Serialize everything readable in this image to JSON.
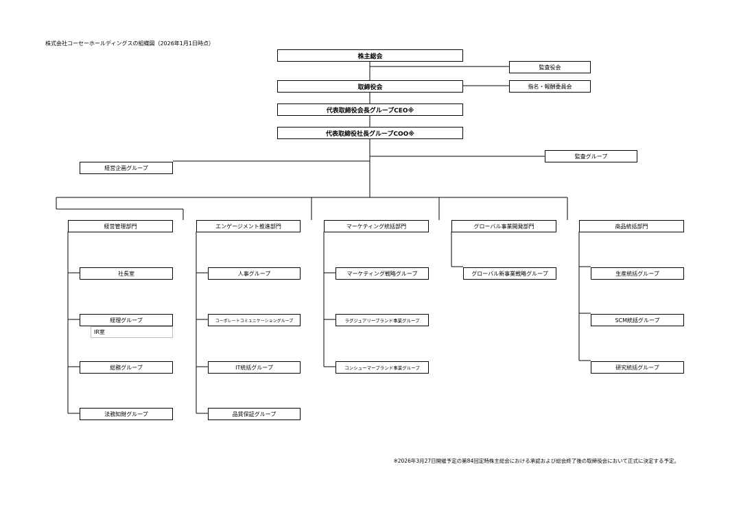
{
  "title": "株式会社コーセーホールディングスの組織図（2026年1月1日時点）",
  "footnote": "※2026年3月27日開催予定の第84回定時株主総会における承認および総会終了後の取締役会において正式に決定する予定。",
  "top": {
    "shareholders": "株主総会",
    "audit_board": "監査役会",
    "board": "取締役会",
    "nomination_committee": "指名・報酬委員会",
    "ceo": "代表取締役会長グループCEO※",
    "coo": "代表取締役社長グループCOO※",
    "audit_group": "監査グループ",
    "planning_group": "経営企画グループ"
  },
  "divisions": [
    {
      "name": "経営管理部門",
      "groups": [
        "社長室",
        "経理グループ",
        "総務グループ",
        "法務知財グループ"
      ],
      "sub_unit": "IR室"
    },
    {
      "name": "エンゲージメント推進部門",
      "groups": [
        "人事グループ",
        "コーポレートコミュニケーショングループ",
        "IT統括グループ",
        "品質保証グループ"
      ]
    },
    {
      "name": "マーケティング統括部門",
      "groups": [
        "マーケティング戦略グループ",
        "ラグジュアリーブランド事業グループ",
        "コンシューマーブランド事業グループ"
      ]
    },
    {
      "name": "グローバル事業開発部門",
      "groups": [
        "グローバル新事業戦略グループ"
      ]
    },
    {
      "name": "商品統括部門",
      "groups": [
        "生産統括グループ",
        "SCM統括グループ",
        "研究統括グループ"
      ]
    }
  ]
}
